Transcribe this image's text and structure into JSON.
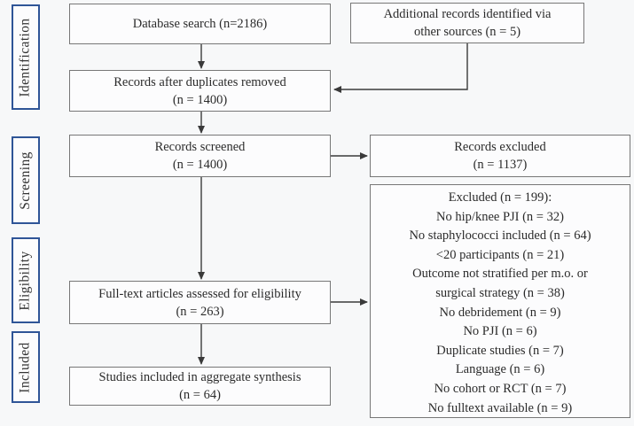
{
  "diagram": {
    "type": "prisma-flow-diagram",
    "stages": [
      {
        "label": "Identification"
      },
      {
        "label": "Screening"
      },
      {
        "label": "Eligibility"
      },
      {
        "label": "Included"
      }
    ],
    "boxes": {
      "database_search": {
        "text": "Database search (n=2186)"
      },
      "additional_records": {
        "text": "Additional records identified via other sources (n = 5)"
      },
      "duplicates_removed": {
        "label": "Records after duplicates removed",
        "count": "(n = 1400)"
      },
      "records_screened": {
        "label": "Records screened",
        "count": "(n = 1400)"
      },
      "records_excluded": {
        "label": "Records excluded",
        "count": "(n = 1137)"
      },
      "fulltext_assessed": {
        "label": "Full-text articles assessed for eligibility",
        "count": "(n = 263)"
      },
      "studies_included": {
        "label": "Studies included in aggregate synthesis",
        "count": "(n = 64)"
      },
      "exclusion_reasons": {
        "header": "Excluded (n = 199):",
        "items": [
          "No hip/knee PJI (n = 32)",
          "No staphylococci included (n = 64)",
          "<20 participants (n = 21)",
          "Outcome not stratified per m.o. or surgical strategy (n = 38)",
          "No debridement (n = 9)",
          "No PJI (n = 6)",
          "Duplicate studies (n = 7)",
          "Language (n = 6)",
          "No cohort or RCT (n = 7)",
          "No fulltext available (n = 9)"
        ]
      }
    },
    "colors": {
      "stage_border": "#2F5597",
      "box_border": "#777777",
      "arrow": "#3A3A3A",
      "text": "#2B2B2B",
      "background": "#F7F8F9",
      "box_fill": "#FCFCFD"
    }
  }
}
